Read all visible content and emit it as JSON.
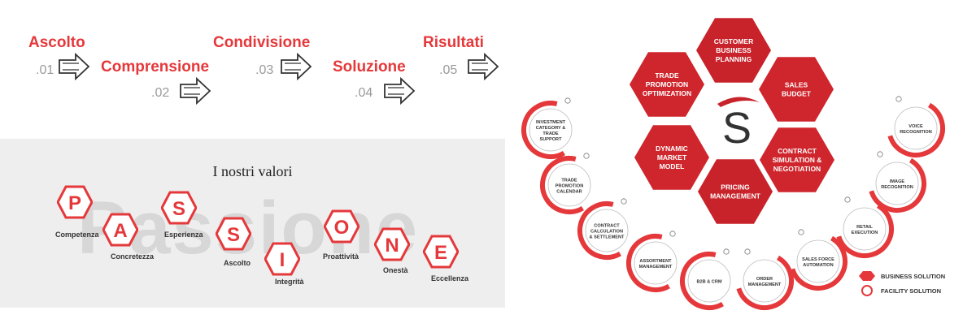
{
  "steps": [
    {
      "title": "Ascolto",
      "num": ".01"
    },
    {
      "title": "Comprensione",
      "num": ".02"
    },
    {
      "title": "Condivisione",
      "num": ".03"
    },
    {
      "title": "Soluzione",
      "num": ".04"
    },
    {
      "title": "Risultati",
      "num": ".05"
    }
  ],
  "values": {
    "title": "I nostri valori",
    "watermark": "Passione",
    "items": [
      {
        "letter": "P",
        "word": "Competenza"
      },
      {
        "letter": "A",
        "word": "Concretezza"
      },
      {
        "letter": "S",
        "word": "Esperienza"
      },
      {
        "letter": "S",
        "word": "Ascolto"
      },
      {
        "letter": "I",
        "word": "Integrità"
      },
      {
        "letter": "O",
        "word": "Proattività"
      },
      {
        "letter": "N",
        "word": "Onestà"
      },
      {
        "letter": "E",
        "word": "Eccellenza"
      }
    ]
  },
  "business": [
    {
      "lines": [
        "CUSTOMER",
        "BUSINESS",
        "PLANNING"
      ]
    },
    {
      "lines": [
        "TRADE",
        "PROMOTION",
        "OPTIMIZATION"
      ]
    },
    {
      "lines": [
        "SALES",
        "BUDGET"
      ]
    },
    {
      "lines": [
        "DYNAMIC",
        "MARKET",
        "MODEL"
      ]
    },
    {
      "lines": [
        "CONTRACT",
        "SIMULATION &",
        "NEGOTIATION"
      ]
    },
    {
      "lines": [
        "PRICING",
        "MANAGEMENT"
      ]
    }
  ],
  "center_logo": "S",
  "facility": [
    {
      "lines": [
        "INVESTMENT",
        "CATEGORY &",
        "TRADE",
        "SUPPORT"
      ]
    },
    {
      "lines": [
        "TRADE",
        "PROMOTION",
        "CALENDAR"
      ]
    },
    {
      "lines": [
        "CONTRACT",
        "CALCULATION",
        "& SETTLEMENT"
      ]
    },
    {
      "lines": [
        "ASSORTMENT",
        "MANAGEMENT"
      ]
    },
    {
      "lines": [
        "B2B & CRM"
      ]
    },
    {
      "lines": [
        "ORDER",
        "MANAGEMENT"
      ]
    },
    {
      "lines": [
        "SALES FORCE",
        "AUTOMATION"
      ]
    },
    {
      "lines": [
        "RETAIL",
        "EXECUTION"
      ]
    },
    {
      "lines": [
        "IMAGE",
        "RECOGNITION"
      ]
    },
    {
      "lines": [
        "VOICE",
        "RECOGNITION"
      ]
    }
  ],
  "legend": {
    "business": "BUSINESS SOLUTION",
    "facility": "FACILITY SOLUTION"
  },
  "colors": {
    "accent": "#e5383b",
    "dark_red": "#c8232b",
    "grey": "#9a9a9a"
  }
}
